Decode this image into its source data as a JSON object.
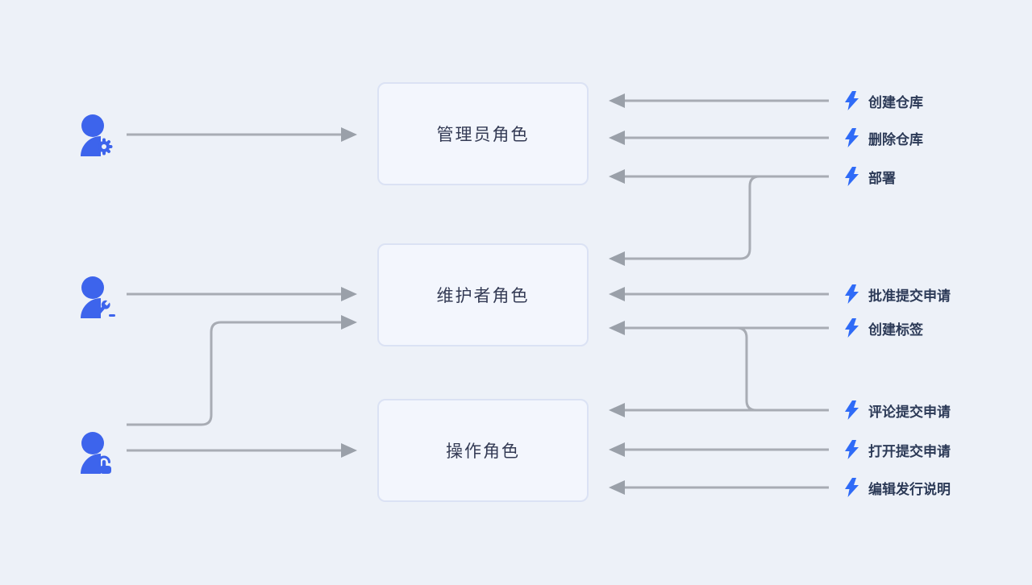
{
  "diagram": {
    "type": "role-permission-flow",
    "background": "#edf1f8",
    "colors": {
      "box_fill": "#f3f6fd",
      "box_border": "#dbe2f4",
      "box_text": "#333a54",
      "arrow_line": "#a8acb4",
      "arrow_head": "#9aa0a9",
      "person_icon_blue": "#3d64ec",
      "bolt_icon_blue": "#2f6bf7",
      "label_text": "#2c3a57"
    },
    "roles": [
      {
        "label": "管理员角色",
        "icon": "user-with-gear-icon"
      },
      {
        "label": "维护者角色",
        "icon": "user-with-wrench-icon"
      },
      {
        "label": "操作角色",
        "icon": "user-with-tap-icon"
      }
    ],
    "permissions": [
      {
        "label": "创建仓库",
        "icon": "bolt-icon"
      },
      {
        "label": "删除仓库",
        "icon": "bolt-icon"
      },
      {
        "label": "部署",
        "icon": "bolt-icon"
      },
      {
        "label": "批准提交申请",
        "icon": "bolt-icon"
      },
      {
        "label": "创建标签",
        "icon": "bolt-icon"
      },
      {
        "label": "评论提交申请",
        "icon": "bolt-icon"
      },
      {
        "label": "打开提交申请",
        "icon": "bolt-icon"
      },
      {
        "label": "编辑发行说明",
        "icon": "bolt-icon"
      }
    ],
    "connections": [
      {
        "from": "user-with-gear-icon",
        "to": "管理员角色"
      },
      {
        "from": "user-with-wrench-icon",
        "to": "维护者角色"
      },
      {
        "from": "user-with-tap-icon",
        "to": "维护者角色"
      },
      {
        "from": "user-with-tap-icon",
        "to": "操作角色"
      },
      {
        "from": "创建仓库",
        "to": "管理员角色"
      },
      {
        "from": "删除仓库",
        "to": "管理员角色"
      },
      {
        "from": "部署",
        "to": "管理员角色"
      },
      {
        "from": "部署",
        "to": "维护者角色"
      },
      {
        "from": "批准提交申请",
        "to": "维护者角色"
      },
      {
        "from": "创建标签",
        "to": "维护者角色"
      },
      {
        "from": "评论提交申请",
        "to": "维护者角色"
      },
      {
        "from": "评论提交申请",
        "to": "操作角色"
      },
      {
        "from": "打开提交申请",
        "to": "操作角色"
      },
      {
        "from": "编辑发行说明",
        "to": "操作角色"
      }
    ]
  }
}
